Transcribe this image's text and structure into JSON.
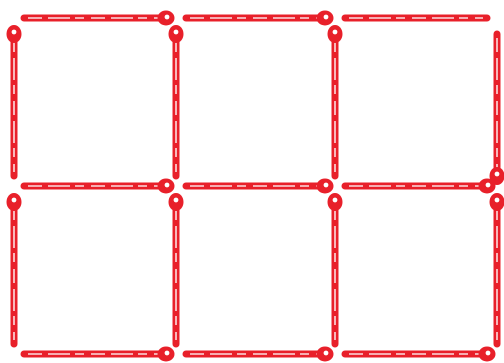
{
  "puzzle": {
    "grid_rows": 2,
    "grid_cols": 3,
    "stick_color": "#e8202a",
    "match_count": 17,
    "matches": [
      {
        "id": "top-row-left",
        "orientation": "horizontal",
        "head": "end"
      },
      {
        "id": "top-row-middle",
        "orientation": "horizontal",
        "head": "end"
      },
      {
        "id": "top-row-right",
        "orientation": "horizontal",
        "head": "none"
      },
      {
        "id": "upper-vertical-1",
        "orientation": "vertical",
        "head": "start"
      },
      {
        "id": "upper-vertical-2",
        "orientation": "vertical",
        "head": "start"
      },
      {
        "id": "upper-vertical-3",
        "orientation": "vertical",
        "head": "start"
      },
      {
        "id": "upper-vertical-4",
        "orientation": "vertical",
        "head": "end"
      },
      {
        "id": "middle-row-left",
        "orientation": "horizontal",
        "head": "end"
      },
      {
        "id": "middle-row-middle",
        "orientation": "horizontal",
        "head": "end"
      },
      {
        "id": "middle-row-right",
        "orientation": "horizontal",
        "head": "end"
      },
      {
        "id": "lower-vertical-1",
        "orientation": "vertical",
        "head": "start"
      },
      {
        "id": "lower-vertical-2",
        "orientation": "vertical",
        "head": "start"
      },
      {
        "id": "lower-vertical-3",
        "orientation": "vertical",
        "head": "start"
      },
      {
        "id": "lower-vertical-4",
        "orientation": "vertical",
        "head": "start"
      },
      {
        "id": "bottom-row-left",
        "orientation": "horizontal",
        "head": "end"
      },
      {
        "id": "bottom-row-middle",
        "orientation": "horizontal",
        "head": "end"
      },
      {
        "id": "bottom-row-right",
        "orientation": "horizontal",
        "head": "end"
      }
    ]
  }
}
